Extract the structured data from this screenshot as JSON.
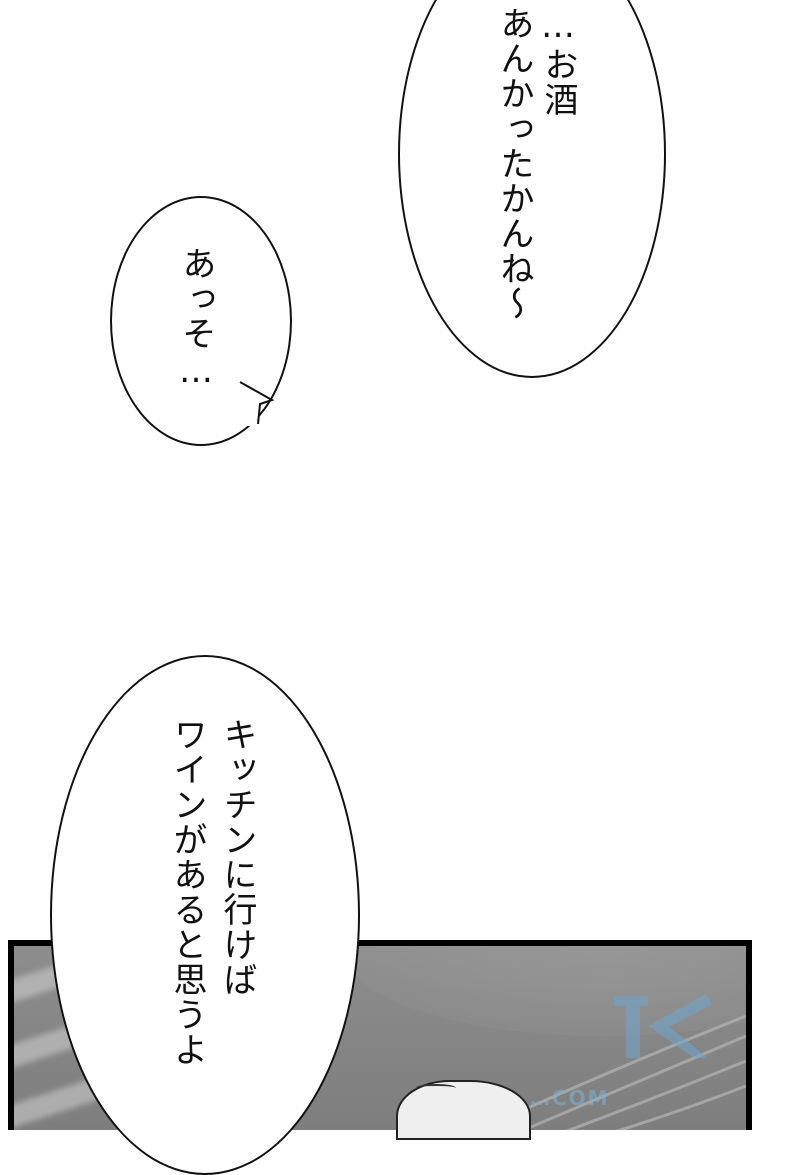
{
  "page": {
    "type": "manga-page",
    "reading_direction": "vertical-rl",
    "background_color": "#ffffff"
  },
  "bubbles": [
    {
      "id": "bubble-1",
      "lines": [
        "…お酒",
        "あんかったかんね～"
      ],
      "text": "…お酒\nあんかったかんね～",
      "partially_cropped_top": true
    },
    {
      "id": "bubble-2",
      "lines": [
        "あっそ…"
      ],
      "text": "あっそ…"
    },
    {
      "id": "bubble-3",
      "lines": [
        "キッチンに行けば",
        "ワインがあると思うよ"
      ],
      "text": "キッチンに行けば\nワインがあると思うよ"
    }
  ],
  "panel": {
    "border_color": "#000000",
    "fill_color": "#858585"
  },
  "watermark": {
    "logo_letter": "K",
    "text": "…COM",
    "color": "#7fb3d6"
  }
}
